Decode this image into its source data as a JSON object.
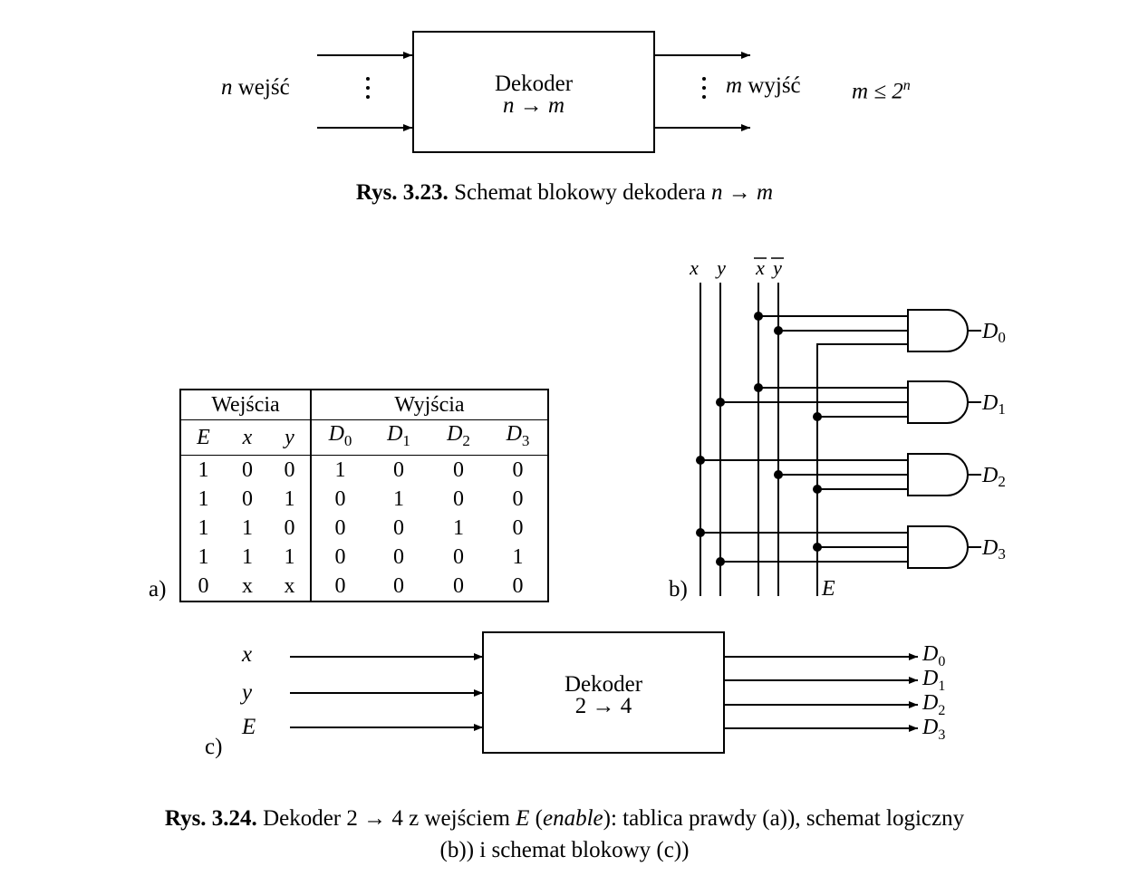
{
  "fig1": {
    "inputs_label_var": "n",
    "inputs_label": " wejść",
    "box_title": "Dekoder",
    "box_sub": "n → m",
    "outputs_label_var": "m",
    "outputs_label": " wyjść",
    "relation": "m ≤ 2",
    "relation_exp": "n",
    "caption_num": "Rys. 3.23.",
    "caption_text": " Schemat blokowy dekodera ",
    "caption_math": "n → m"
  },
  "table": {
    "part_label": "a)",
    "group_inputs": "Wejścia",
    "group_outputs": "Wyjścia",
    "headers": [
      "E",
      "x",
      "y",
      "D0",
      "D1",
      "D2",
      "D3"
    ],
    "rows": [
      [
        "1",
        "0",
        "0",
        "1",
        "0",
        "0",
        "0"
      ],
      [
        "1",
        "0",
        "1",
        "0",
        "1",
        "0",
        "0"
      ],
      [
        "1",
        "1",
        "0",
        "0",
        "0",
        "1",
        "0"
      ],
      [
        "1",
        "1",
        "1",
        "0",
        "0",
        "0",
        "1"
      ],
      [
        "0",
        "x",
        "x",
        "0",
        "0",
        "0",
        "0"
      ]
    ]
  },
  "logic": {
    "part_label": "b)",
    "bus_labels": [
      "x",
      "y",
      "x",
      "y"
    ],
    "enable_label": "E",
    "outputs": [
      "D0",
      "D1",
      "D2",
      "D3"
    ]
  },
  "block": {
    "part_label": "c)",
    "inputs": [
      "x",
      "y",
      "E"
    ],
    "box_title": "Dekoder",
    "box_sub": "2 → 4",
    "outputs": [
      "D0",
      "D1",
      "D2",
      "D3"
    ]
  },
  "fig2_caption": {
    "num": "Rys. 3.24.",
    "text1": " Dekoder 2 → 4 z wejściem ",
    "e_var": "E",
    "paren_open": " (",
    "enable_word": "enable",
    "text2": "): tablica prawdy (a)), schemat logiczny",
    "line2": "(b)) i schemat blokowy (c))"
  }
}
